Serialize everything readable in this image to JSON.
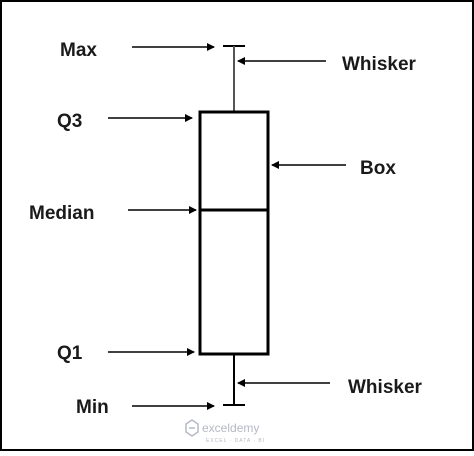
{
  "labels": {
    "max": "Max",
    "q3": "Q3",
    "median": "Median",
    "q1": "Q1",
    "min": "Min",
    "whisker_top": "Whisker",
    "box": "Box",
    "whisker_bottom": "Whisker"
  },
  "watermark": {
    "brand": "exceldemy",
    "tagline": "EXCEL · DATA · BI"
  },
  "colors": {
    "stroke": "#000000",
    "text": "#1a1a1a",
    "watermark": "#9aa4b0"
  }
}
